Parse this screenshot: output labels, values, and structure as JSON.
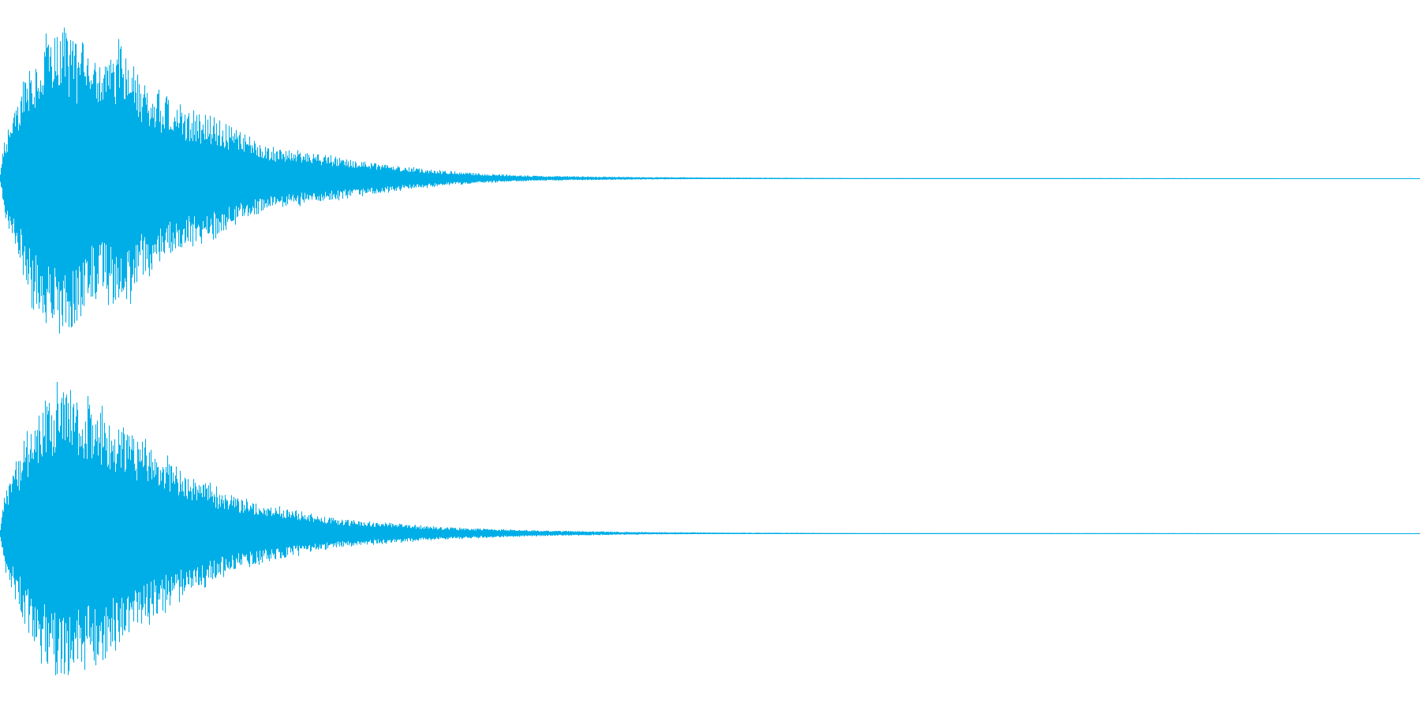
{
  "waveform": {
    "channel_count": 2,
    "colors": {
      "waveform": "#00aee7",
      "background": "#ffffff"
    },
    "channels": [
      {
        "envelope": [
          [
            0.0,
            0.03
          ],
          [
            0.003,
            0.25
          ],
          [
            0.01,
            0.45
          ],
          [
            0.017,
            0.62
          ],
          [
            0.022,
            0.8
          ],
          [
            0.03,
            0.88
          ],
          [
            0.038,
            0.94
          ],
          [
            0.045,
            0.98
          ],
          [
            0.052,
            0.9
          ],
          [
            0.06,
            0.82
          ],
          [
            0.07,
            0.72
          ],
          [
            0.085,
            0.88
          ],
          [
            0.1,
            0.65
          ],
          [
            0.115,
            0.52
          ],
          [
            0.13,
            0.44
          ],
          [
            0.15,
            0.38
          ],
          [
            0.17,
            0.28
          ],
          [
            0.19,
            0.2
          ],
          [
            0.22,
            0.16
          ],
          [
            0.25,
            0.12
          ],
          [
            0.28,
            0.08
          ],
          [
            0.31,
            0.05
          ],
          [
            0.34,
            0.03
          ],
          [
            0.38,
            0.015
          ],
          [
            0.45,
            0.008
          ],
          [
            0.52,
            0.004
          ],
          [
            0.6,
            0.002
          ],
          [
            1.0,
            0.0
          ]
        ]
      },
      {
        "envelope": [
          [
            0.0,
            0.03
          ],
          [
            0.003,
            0.25
          ],
          [
            0.01,
            0.42
          ],
          [
            0.017,
            0.58
          ],
          [
            0.022,
            0.72
          ],
          [
            0.03,
            0.82
          ],
          [
            0.038,
            0.92
          ],
          [
            0.045,
            0.98
          ],
          [
            0.052,
            0.92
          ],
          [
            0.06,
            0.86
          ],
          [
            0.07,
            0.8
          ],
          [
            0.085,
            0.7
          ],
          [
            0.1,
            0.6
          ],
          [
            0.115,
            0.5
          ],
          [
            0.13,
            0.4
          ],
          [
            0.14,
            0.36
          ],
          [
            0.15,
            0.3
          ],
          [
            0.17,
            0.22
          ],
          [
            0.19,
            0.18
          ],
          [
            0.22,
            0.12
          ],
          [
            0.25,
            0.08
          ],
          [
            0.28,
            0.06
          ],
          [
            0.31,
            0.04
          ],
          [
            0.34,
            0.03
          ],
          [
            0.38,
            0.018
          ],
          [
            0.45,
            0.008
          ],
          [
            0.52,
            0.004
          ],
          [
            0.6,
            0.002
          ],
          [
            1.0,
            0.0
          ]
        ]
      }
    ]
  }
}
